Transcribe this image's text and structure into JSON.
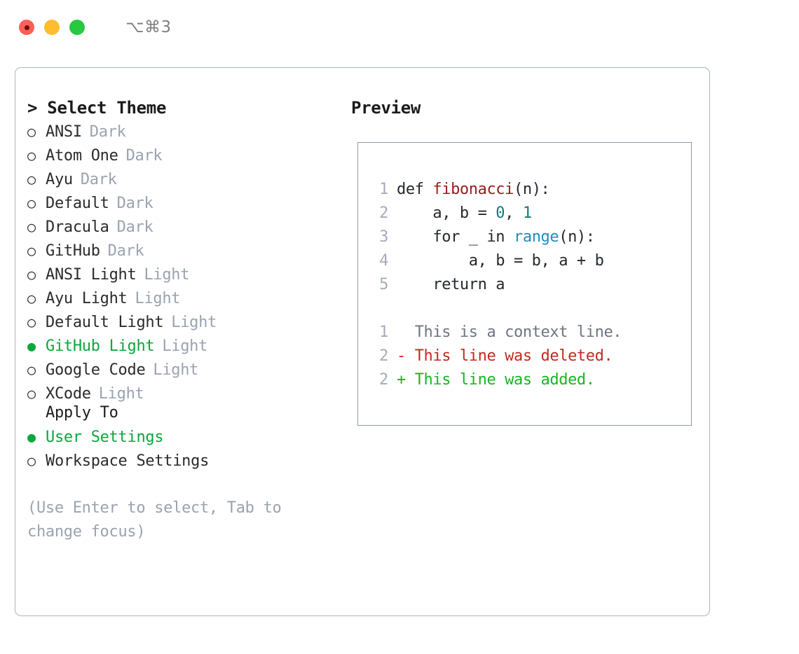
{
  "window": {
    "shortcut_label": "⌥⌘3",
    "traffic_lights": [
      "close-red",
      "minimize-yellow",
      "maximize-green"
    ]
  },
  "theme_list": {
    "heading": "> Select Theme",
    "items": [
      {
        "bullet": "○",
        "name": "ANSI",
        "variant": "Dark",
        "selected": false
      },
      {
        "bullet": "○",
        "name": "Atom One",
        "variant": "Dark",
        "selected": false
      },
      {
        "bullet": "○",
        "name": "Ayu",
        "variant": "Dark",
        "selected": false
      },
      {
        "bullet": "○",
        "name": "Default",
        "variant": "Dark",
        "selected": false
      },
      {
        "bullet": "○",
        "name": "Dracula",
        "variant": "Dark",
        "selected": false
      },
      {
        "bullet": "○",
        "name": "GitHub",
        "variant": "Dark",
        "selected": false
      },
      {
        "bullet": "○",
        "name": "ANSI Light",
        "variant": "Light",
        "selected": false
      },
      {
        "bullet": "○",
        "name": "Ayu Light",
        "variant": "Light",
        "selected": false
      },
      {
        "bullet": "○",
        "name": "Default Light",
        "variant": "Light",
        "selected": false
      },
      {
        "bullet": "●",
        "name": "GitHub Light",
        "variant": "Light",
        "selected": true
      },
      {
        "bullet": "○",
        "name": "Google Code",
        "variant": "Light",
        "selected": false
      },
      {
        "bullet": "○",
        "name": "XCode",
        "variant": "Light",
        "selected": false
      }
    ]
  },
  "apply_to": {
    "heading": "Apply To",
    "options": [
      {
        "bullet": "●",
        "label": "User Settings",
        "selected": true
      },
      {
        "bullet": "○",
        "label": "Workspace Settings",
        "selected": false
      }
    ]
  },
  "hint": "(Use Enter to select, Tab to change focus)",
  "preview": {
    "heading": "Preview",
    "code_lines": [
      {
        "no": "1",
        "segments": [
          {
            "text": "def ",
            "kind": "plain"
          },
          {
            "text": "fibonacci",
            "kind": "fn"
          },
          {
            "text": "(n):",
            "kind": "plain"
          }
        ]
      },
      {
        "no": "2",
        "segments": [
          {
            "text": "    a, b = ",
            "kind": "plain"
          },
          {
            "text": "0",
            "kind": "num"
          },
          {
            "text": ", ",
            "kind": "plain"
          },
          {
            "text": "1",
            "kind": "num"
          }
        ]
      },
      {
        "no": "3",
        "segments": [
          {
            "text": "    for _ in ",
            "kind": "plain"
          },
          {
            "text": "range",
            "kind": "call"
          },
          {
            "text": "(n):",
            "kind": "plain"
          }
        ]
      },
      {
        "no": "4",
        "segments": [
          {
            "text": "        a, b = b, a + b",
            "kind": "plain"
          }
        ]
      },
      {
        "no": "5",
        "segments": [
          {
            "text": "    return a",
            "kind": "plain"
          }
        ]
      }
    ],
    "diff_lines": [
      {
        "no": "1",
        "marker": "  ",
        "text": "This is a context line.",
        "kind": "ctx"
      },
      {
        "no": "2",
        "marker": "- ",
        "text": "This line was deleted.",
        "kind": "del"
      },
      {
        "no": "2",
        "marker": "+ ",
        "text": "This line was added.",
        "kind": "add"
      }
    ]
  },
  "colors": {
    "accent_green": "#0aa83c",
    "muted": "#9aa3b0",
    "panel_border": "#aab4c2",
    "preview_border": "#8f9bab",
    "syntax_function": "#9c1b1b",
    "syntax_number": "#0d7b7b",
    "syntax_call": "#1f8ebd",
    "diff_deleted": "#c22b1e",
    "diff_added": "#17b521",
    "traffic_red": "#ff5f57",
    "traffic_yellow": "#ffbd2e",
    "traffic_green": "#28c840"
  }
}
